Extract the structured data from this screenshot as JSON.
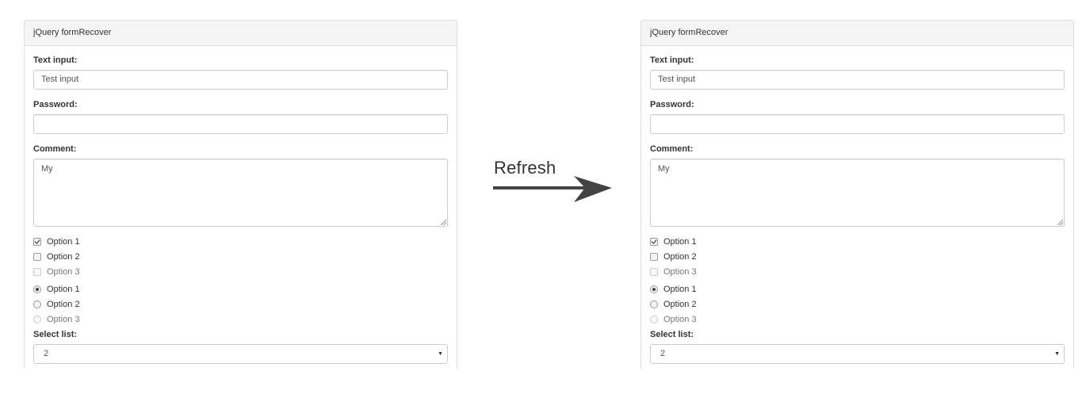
{
  "annotation": {
    "label": "Refresh",
    "arrow_color": "#444444"
  },
  "panels": [
    {
      "title": "jQuery formRecover",
      "text_input": {
        "label": "Text input:",
        "value": "Test input"
      },
      "password": {
        "label": "Password:",
        "value": ""
      },
      "comment": {
        "label": "Comment:",
        "value": "My"
      },
      "checkboxes": [
        {
          "label": "Option 1",
          "checked": true,
          "disabled": false
        },
        {
          "label": "Option 2",
          "checked": false,
          "disabled": false
        },
        {
          "label": "Option 3",
          "checked": false,
          "disabled": true
        }
      ],
      "radios": [
        {
          "label": "Option 1",
          "checked": true,
          "disabled": false
        },
        {
          "label": "Option 2",
          "checked": false,
          "disabled": false
        },
        {
          "label": "Option 3",
          "checked": false,
          "disabled": true
        }
      ],
      "select": {
        "label": "Select list:",
        "value": "2"
      }
    },
    {
      "title": "jQuery formRecover",
      "text_input": {
        "label": "Text input:",
        "value": "Test input"
      },
      "password": {
        "label": "Password:",
        "value": ""
      },
      "comment": {
        "label": "Comment:",
        "value": "My"
      },
      "checkboxes": [
        {
          "label": "Option 1",
          "checked": true,
          "disabled": false
        },
        {
          "label": "Option 2",
          "checked": false,
          "disabled": false
        },
        {
          "label": "Option 3",
          "checked": false,
          "disabled": true
        }
      ],
      "radios": [
        {
          "label": "Option 1",
          "checked": true,
          "disabled": false
        },
        {
          "label": "Option 2",
          "checked": false,
          "disabled": false
        },
        {
          "label": "Option 3",
          "checked": false,
          "disabled": true
        }
      ],
      "select": {
        "label": "Select list:",
        "value": "2"
      }
    }
  ]
}
